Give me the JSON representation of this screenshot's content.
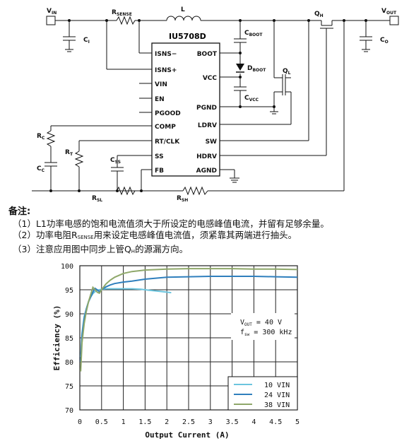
{
  "schematic": {
    "vin": "V",
    "vin_sub": "IN",
    "vout": "V",
    "vout_sub": "OUT",
    "rsense": "R",
    "rsense_sub": "SENSE",
    "inductor": "L",
    "ci": "C",
    "ci_sub": "I",
    "co": "C",
    "co_sub": "O",
    "cboot": "C",
    "cboot_sub": "BOOT",
    "dboot": "D",
    "dboot_sub": "BOOT",
    "cvcc": "C",
    "cvcc_sub": "VCC",
    "qh": "Q",
    "qh_sub": "H",
    "ql": "Q",
    "ql_sub": "L",
    "rc": "R",
    "rc_sub": "C",
    "cc": "C",
    "cc_sub": "C",
    "rt": "R",
    "rt_sub": "T",
    "css": "C",
    "css_sub": "SS",
    "rsl": "R",
    "rsl_sub": "SL",
    "rsh": "R",
    "rsh_sub": "SH",
    "chip_name": "IU5708D",
    "pins_left": [
      "ISNS−",
      "ISNS+",
      "VIN",
      "EN",
      "PGOOD",
      "COMP",
      "RT/CLK",
      "SS",
      "FB"
    ],
    "pins_right": [
      "BOOT",
      "VCC",
      "PGND",
      "LDRV",
      "SW",
      "HDRV",
      "AGND"
    ]
  },
  "notes": {
    "title": "备注:",
    "line1": "（1）L1功率电感的饱和电流值须大于所设定的电感峰值电流，并留有足够余量。",
    "line2_a": "（2）功率电阻R",
    "line2_sub": "SENSE",
    "line2_b": "用来设定电感峰值电流值，须紧靠其两端进行抽头。",
    "line3_a": "（3）注意应用图中同步上管Q",
    "line3_sub": "H",
    "line3_b": "的源漏方向。"
  },
  "chart_data": {
    "type": "line",
    "xlabel": "Output Current (A)",
    "ylabel": "Efficiency (%)",
    "xlim": [
      0,
      5
    ],
    "ylim": [
      70,
      100
    ],
    "xticks": [
      "0",
      "0.5",
      "1",
      "1.5",
      "2",
      "2.5",
      "3",
      "3.5",
      "4",
      "4.5",
      "5"
    ],
    "yticks": [
      "70",
      "75",
      "80",
      "85",
      "90",
      "95",
      "100"
    ],
    "grid": true,
    "legend_position": "bottom-right",
    "annotation": {
      "line1_a": "V",
      "line1_sub": "OUT",
      "line1_b": " = 40 V",
      "line2_a": "f",
      "line2_sub": "sw",
      "line2_b": " = 300 kHz"
    },
    "series": [
      {
        "name": "10 VIN",
        "color": "#6cc5de",
        "x": [
          0.02,
          0.05,
          0.1,
          0.15,
          0.2,
          0.25,
          0.3,
          0.35,
          0.4,
          0.45,
          0.5,
          0.6,
          0.7,
          0.8,
          1.0,
          1.2,
          1.4,
          1.6,
          1.8,
          2.0,
          2.1
        ],
        "y": [
          81,
          86,
          89.5,
          91,
          92.5,
          93.5,
          94.2,
          94.6,
          94.9,
          95.0,
          95.1,
          95.2,
          95.2,
          95.2,
          95.2,
          95.2,
          95.1,
          94.9,
          94.7,
          94.5,
          94.4
        ]
      },
      {
        "name": "24 VIN",
        "color": "#2f7fbd",
        "x": [
          0.02,
          0.05,
          0.1,
          0.15,
          0.2,
          0.25,
          0.3,
          0.35,
          0.4,
          0.45,
          0.5,
          0.6,
          0.7,
          0.8,
          1.0,
          1.2,
          1.5,
          2.0,
          2.5,
          3.0,
          3.5,
          4.0,
          4.5,
          5.0
        ],
        "y": [
          80,
          85.5,
          89,
          91,
          92.5,
          93.5,
          94.5,
          95.3,
          95.0,
          94.6,
          95.0,
          95.6,
          96.0,
          96.3,
          96.6,
          96.8,
          97.2,
          97.6,
          97.7,
          97.8,
          97.8,
          97.8,
          97.7,
          97.6
        ]
      },
      {
        "name": "38 VIN",
        "color": "#8fa86a",
        "x": [
          0.02,
          0.05,
          0.1,
          0.15,
          0.2,
          0.25,
          0.3,
          0.35,
          0.4,
          0.45,
          0.5,
          0.6,
          0.7,
          0.8,
          1.0,
          1.2,
          1.5,
          2.0,
          2.5,
          3.0,
          3.5,
          4.0,
          4.5,
          5.0
        ],
        "y": [
          78,
          84,
          88,
          90.5,
          92.5,
          94.0,
          95.5,
          95.0,
          94.5,
          94.3,
          95.0,
          96.2,
          97.0,
          97.6,
          98.4,
          98.8,
          99.1,
          99.3,
          99.4,
          99.4,
          99.4,
          99.3,
          99.3,
          99.2
        ]
      }
    ]
  }
}
